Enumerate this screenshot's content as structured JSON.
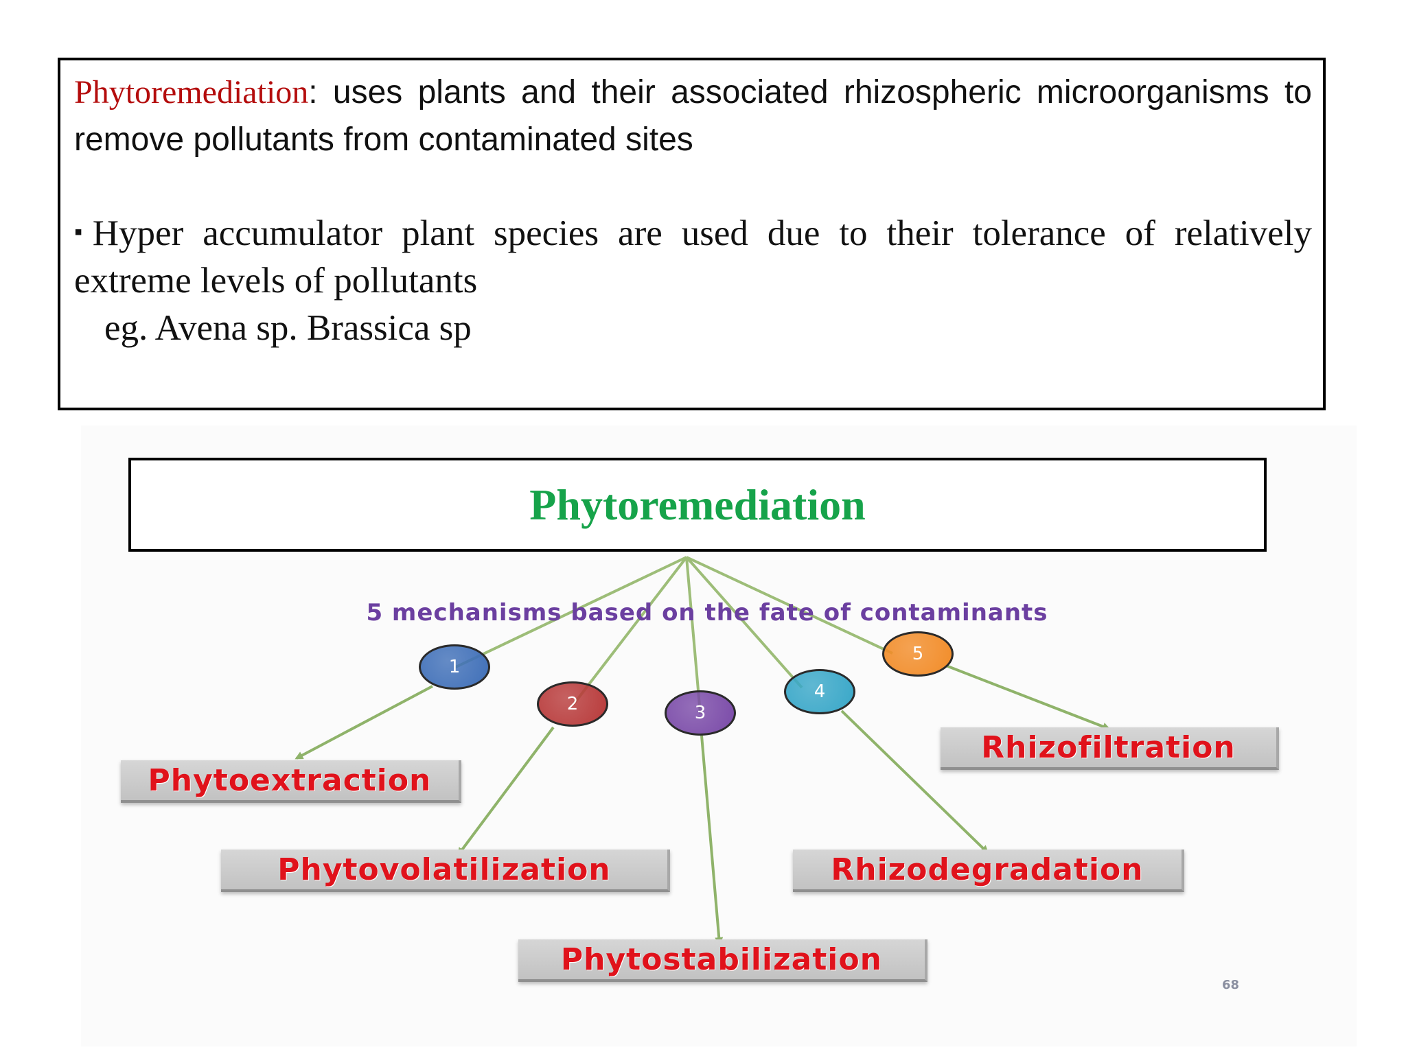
{
  "definition": {
    "term": "Phytoremediation",
    "text": ": uses plants and their associated rhizospheric microorganisms to remove pollutants from contaminated sites",
    "bullet_marker": "▪",
    "bullet_text": "Hyper accumulator plant species are used due to their tolerance of relatively extreme levels of pollutants",
    "example": "eg. Avena sp. Brassica sp"
  },
  "diagram": {
    "title": "Phytoremediation",
    "subtitle": "5 mechanisms based on the fate of contaminants",
    "nodes": [
      {
        "number": "1",
        "color": "#3f6fb8",
        "label": "Phytoextraction"
      },
      {
        "number": "2",
        "color": "#b83a3a",
        "label": "Phytovolatilization"
      },
      {
        "number": "3",
        "color": "#7a4aa8",
        "label": "Phytostabilization"
      },
      {
        "number": "4",
        "color": "#38a7c8",
        "label": "Rhizodegradation"
      },
      {
        "number": "5",
        "color": "#f28c28",
        "label": "Rhizofiltration"
      }
    ],
    "page_number": "68",
    "colors": {
      "title": "#16a34a",
      "subtitle": "#6b3fa0",
      "label_text": "#e0121b",
      "connector": "#8fb36a"
    }
  }
}
